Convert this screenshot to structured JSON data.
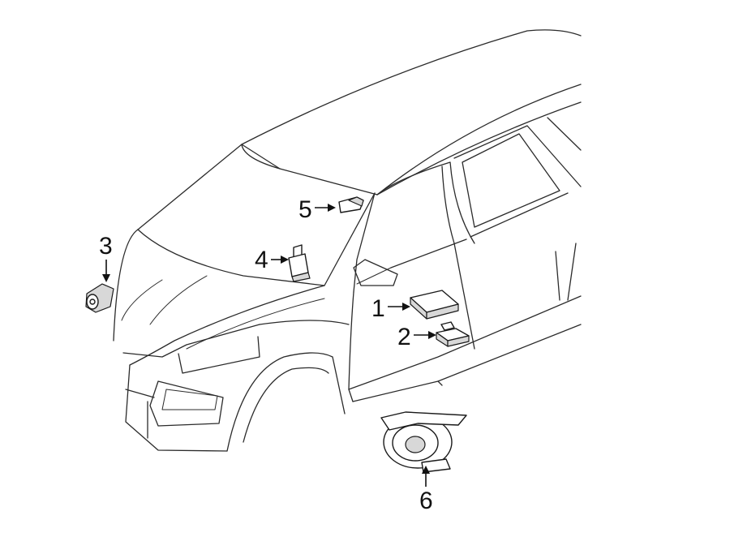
{
  "callouts": [
    {
      "id": "1",
      "label": "1"
    },
    {
      "id": "2",
      "label": "2"
    },
    {
      "id": "3",
      "label": "3"
    },
    {
      "id": "4",
      "label": "4"
    },
    {
      "id": "5",
      "label": "5"
    },
    {
      "id": "6",
      "label": "6"
    }
  ],
  "colors": {
    "line": "#2b2b2b",
    "background": "#ffffff",
    "part_shade": "#d8d8d8"
  }
}
